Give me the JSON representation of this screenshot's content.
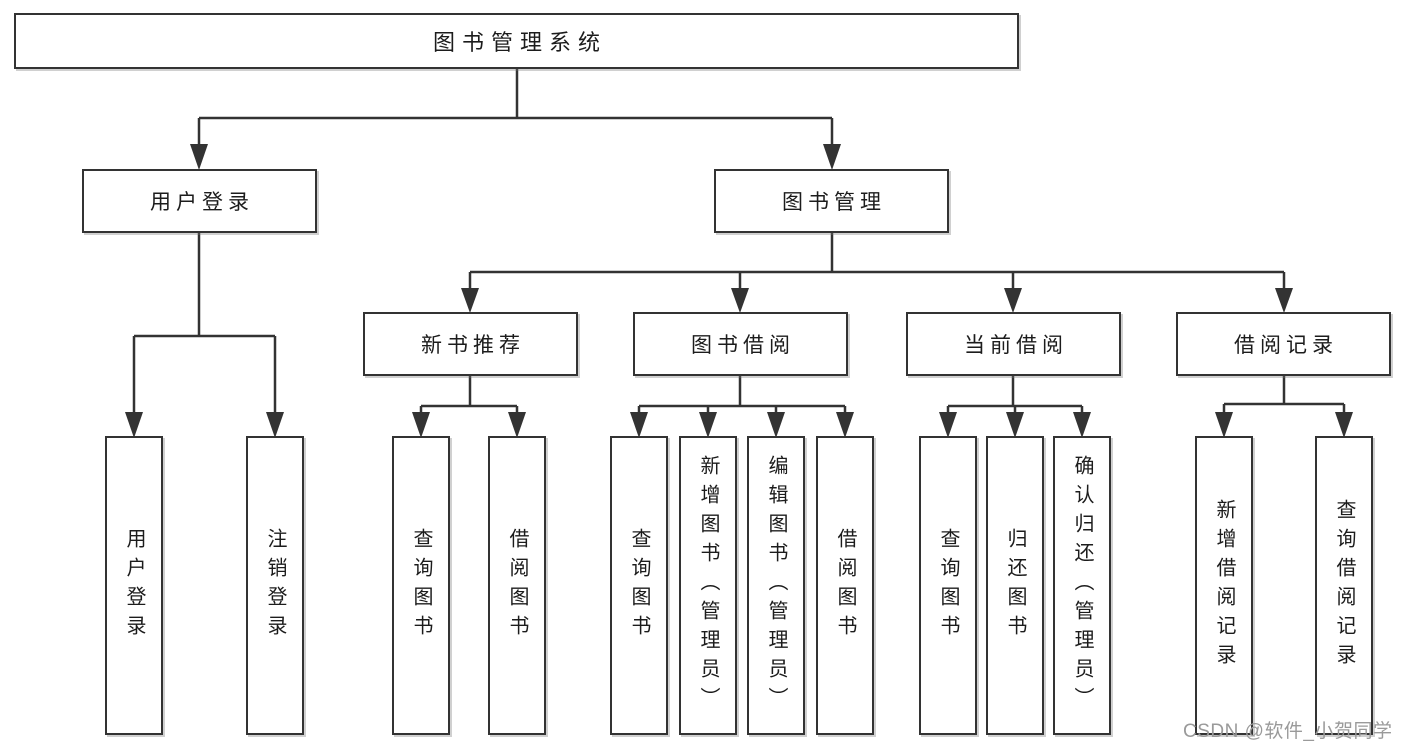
{
  "diagram": {
    "root": {
      "label": "图书管理系统"
    },
    "branches": [
      {
        "label": "用户登录",
        "children": [
          {
            "label": "用户登录"
          },
          {
            "label": "注销登录"
          }
        ]
      },
      {
        "label": "图书管理",
        "children": [
          {
            "label": "新书推荐",
            "children": [
              {
                "label": "查询图书"
              },
              {
                "label": "借阅图书"
              }
            ]
          },
          {
            "label": "图书借阅",
            "children": [
              {
                "label": "查询图书"
              },
              {
                "label": "新增图书（管理员）"
              },
              {
                "label": "编辑图书（管理员）"
              },
              {
                "label": "借阅图书"
              }
            ]
          },
          {
            "label": "当前借阅",
            "children": [
              {
                "label": "查询图书"
              },
              {
                "label": "归还图书"
              },
              {
                "label": "确认归还（管理员）"
              }
            ]
          },
          {
            "label": "借阅记录",
            "children": [
              {
                "label": "新增借阅记录"
              },
              {
                "label": "查询借阅记录"
              }
            ]
          }
        ]
      }
    ]
  },
  "watermark": {
    "text": "CSDN @软件_小贺同学"
  },
  "colors": {
    "line": "#333333",
    "border": "#333333",
    "text": "#1c1c1c",
    "bg": "#ffffff",
    "wm": "#9a9a9a"
  }
}
